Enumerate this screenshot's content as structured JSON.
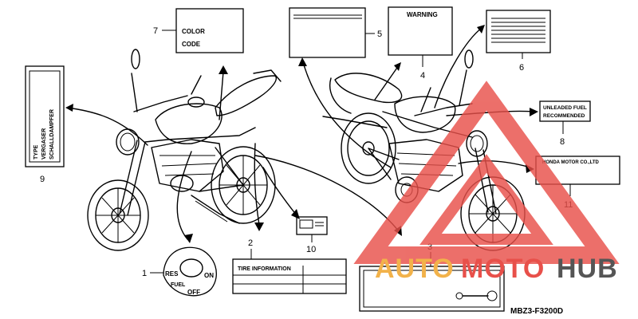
{
  "callouts": [
    "1",
    "2",
    "3",
    "4",
    "5",
    "6",
    "7",
    "8",
    "9",
    "10",
    "11"
  ],
  "labels": {
    "color_line1": "COLOR",
    "color_line2": "CODE",
    "warning": "WARNING",
    "unleaded_line1": "UNLEADED FUEL",
    "unleaded_line2": "RECOMMENDED",
    "honda": "HONDA MOTOR CO.,LTD",
    "tire": "TIRE INFORMATION",
    "type_line1": "TYPE",
    "type_line2": "VERGASER",
    "type_line3": "SCHALLDAMPFER",
    "fuel_res": "RES",
    "fuel_on": "ON",
    "fuel_fuel": "FUEL",
    "fuel_off": "OFF"
  },
  "diagram_code": "MBZ3-F3200D",
  "watermark": {
    "word_auto": "AUTO",
    "word_moto": "MOTO",
    "word_hub": "HUB",
    "color_red": "#e8504a",
    "color_orange": "#f2b24a",
    "color_gray": "#555555"
  }
}
